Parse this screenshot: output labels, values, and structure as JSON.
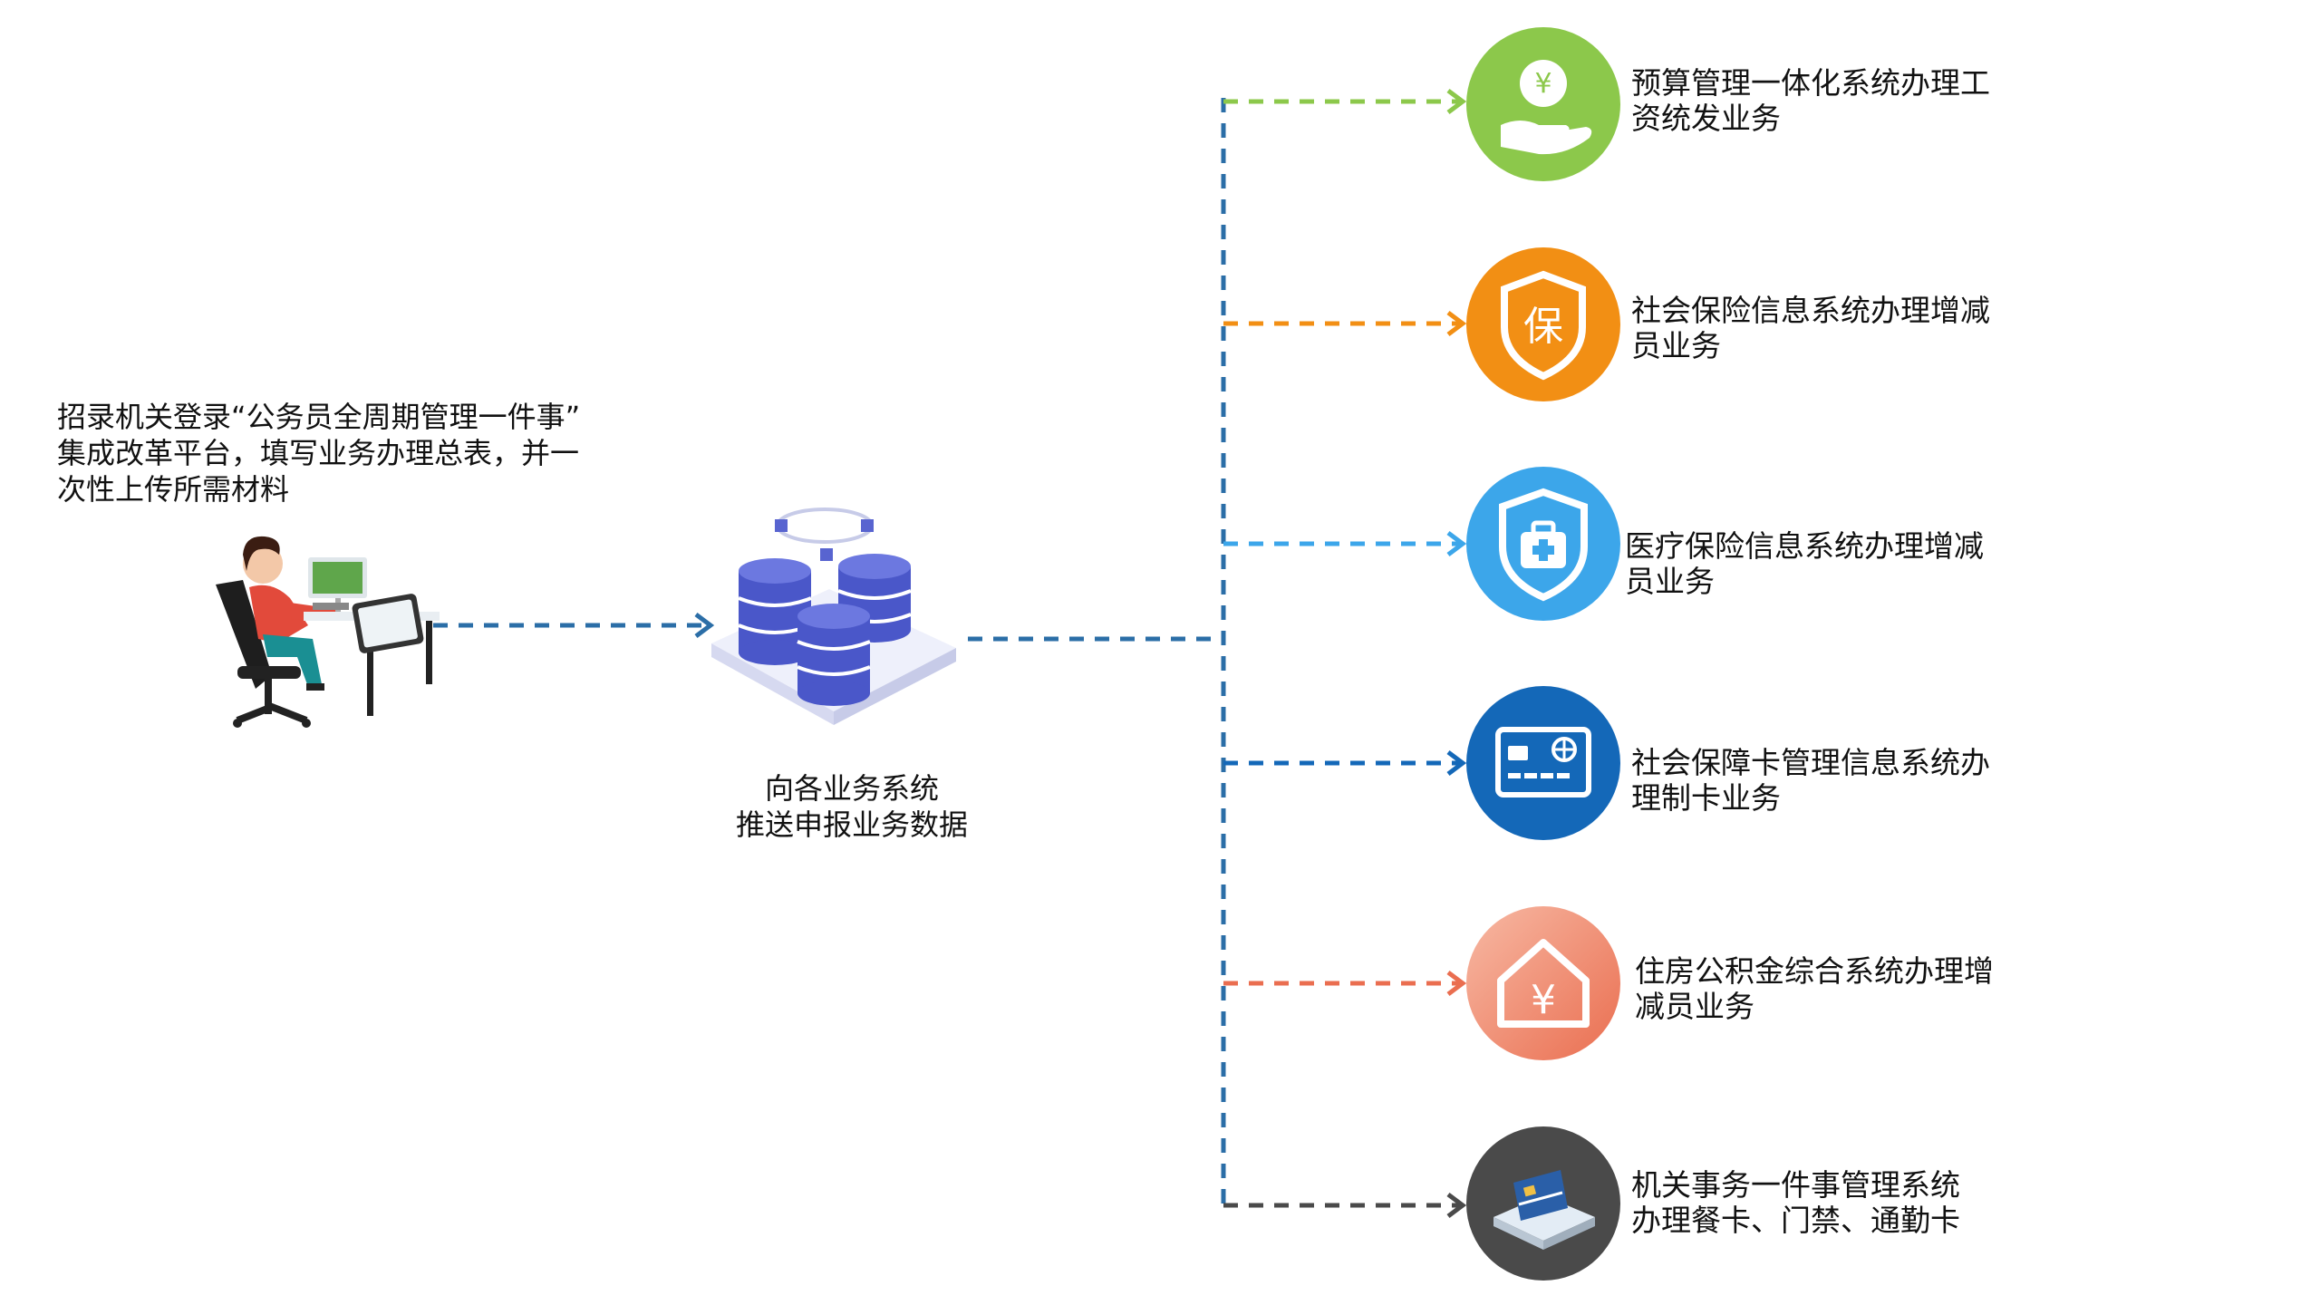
{
  "intro": {
    "lines": [
      "招录机关登录“公务员全周期管理一件事”",
      "集成改革平台，填写业务办理总表，并一",
      "次性上传所需材料"
    ]
  },
  "hub": {
    "lines": [
      "向各业务系统",
      "推送申报业务数据"
    ]
  },
  "colors": {
    "trunk": "#2b6ea7",
    "arrow_to_hub": "#2b6ea7"
  },
  "nodes": [
    {
      "icon": "salary-payment-icon",
      "color": "#8cc84b",
      "lines": [
        "预算管理一体化系统办理工",
        "资统发业务"
      ]
    },
    {
      "icon": "social-insurance-shield-icon",
      "color": "#f28f14",
      "lines": [
        "社会保险信息系统办理增减",
        "员业务"
      ]
    },
    {
      "icon": "medical-insurance-shield-icon",
      "color": "#3ca6ea",
      "lines": [
        "医疗保险信息系统办理增减",
        "员业务"
      ]
    },
    {
      "icon": "social-security-card-icon",
      "color": "#1468b8",
      "lines": [
        "社会保障卡管理信息系统办",
        "理制卡业务"
      ]
    },
    {
      "icon": "housing-fund-house-icon",
      "color": "#ea6e50",
      "lines": [
        "住房公积金综合系统办理增",
        "减员业务"
      ]
    },
    {
      "icon": "canteen-access-card-icon",
      "color": "#4a4a4a",
      "lines": [
        "机关事务一件事管理系统",
        "办理餐卡、门禁、通勤卡"
      ]
    }
  ]
}
